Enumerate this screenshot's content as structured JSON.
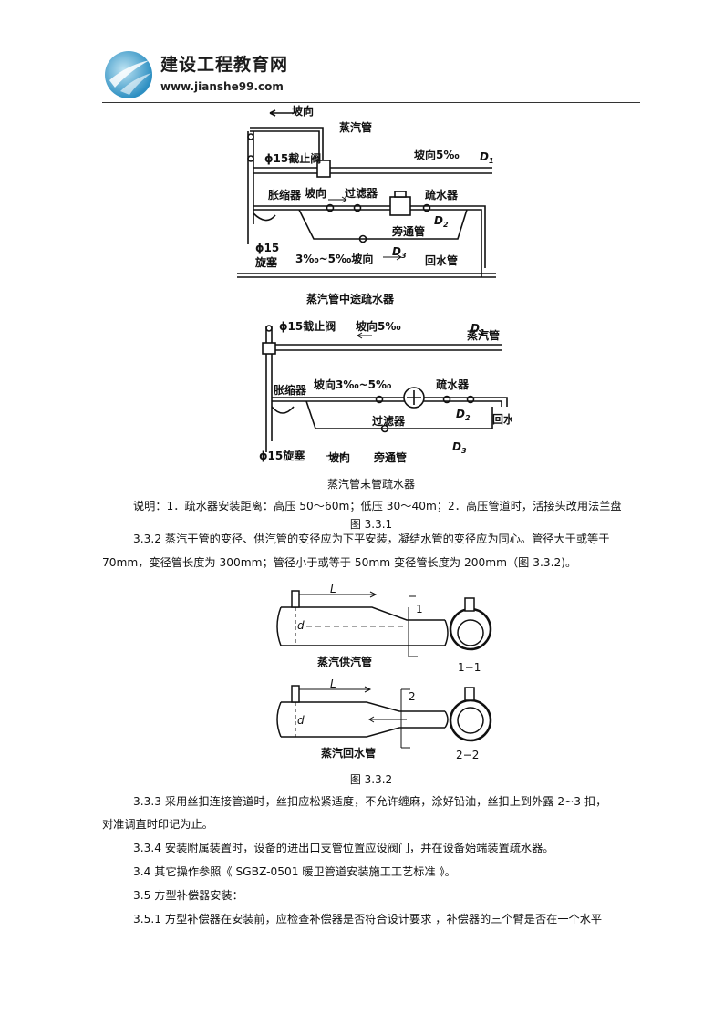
{
  "header": {
    "brand": "建设工程教育网",
    "url": "www.jianshe99.com"
  },
  "fig331": {
    "top": {
      "slope_left": "坡向",
      "steam_pipe": "蒸汽管",
      "valve": "ϕ15截止阀",
      "slope_5": "坡向5‰",
      "d1": "D",
      "d1_sub": "1",
      "expander": "胀缩器",
      "slope_mid": "坡向",
      "filter": "过滤器",
      "trap": "疏水器",
      "d2": "D",
      "d2_sub": "2",
      "bypass": "旁通管",
      "plug_a": "ϕ15",
      "plug_b": "旋塞",
      "slope_range": "3‰~5‰坡向",
      "d3": "D",
      "d3_sub": "3",
      "return_pipe": "回水管",
      "caption": "蒸汽管中途疏水器"
    },
    "bottom": {
      "valve": "ϕ15截止阀",
      "slope_5": "坡向5‰",
      "d1": "D",
      "d1_sub": "1",
      "steam_pipe": "蒸汽管",
      "trap": "疏水器",
      "expander": "胀缩器",
      "slope_range": "坡向3‰~5‰",
      "filter": "过滤器",
      "d2": "D",
      "d2_sub": "2",
      "return_pipe": "回水管",
      "plug": "ϕ15旋塞",
      "slope": "坡向",
      "bypass": "旁通管",
      "d3": "D",
      "d3_sub": "3"
    },
    "caption": "蒸汽管末管疏水器"
  },
  "text": {
    "note": "说明：1．疏水器安装距离：高压 50～60m；低压 30～40m；2．高压管道时，活接头改用法兰盘",
    "fig331_label": "图 3.3.1",
    "p332_a": "3.3.2 蒸汽干管的变径、供汽管的变径应为下平安装，凝结水管的变径应为同心。管径大于或等于",
    "p332_b": "70mm，变径管长度为 300mm；管径小于或等于 50mm 变径管长度为 200mm（图 3.3.2)。",
    "fig332_label": "图 3.3.2",
    "p333_a": "3.3.3 采用丝扣连接管道时，丝扣应松紧适度，不允许缠麻，涂好铅油，丝扣上到外露 2~3 扣，",
    "p333_b": "对准调直时印记为止。",
    "p334": "3.3.4 安装附属装置时，设备的进出口支管位置应设阀门，并在设备始端装置疏水器。",
    "p34": "3.4 其它操作参照《 SGBZ-0501 暖卫管道安装施工工艺标准 》。",
    "p35": "3.5 方型补偿器安装：",
    "p351": "3.5.1 方型补偿器在安装前，应检查补偿器是否符合设计要求 ，补偿器的三个臂是否在一个水平"
  },
  "fig332": {
    "supply_label": "蒸汽供汽管",
    "return_label": "蒸汽回水管",
    "L": "L",
    "d": "d",
    "sec1": "1",
    "sec1_view": "1−1",
    "sec2": "2",
    "sec2_view": "2−2"
  }
}
